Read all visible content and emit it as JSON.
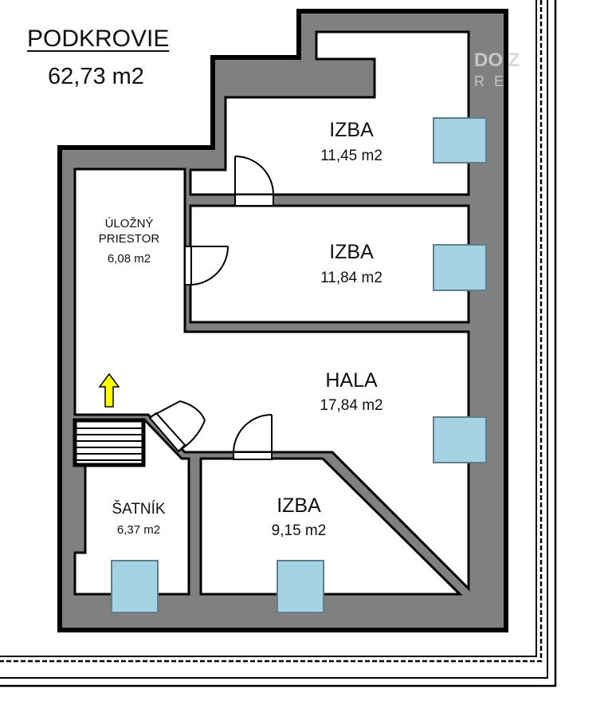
{
  "plan": {
    "title": "PODKROVIE",
    "total_area": "62,73 m2"
  },
  "rooms": [
    {
      "name": "IZBA",
      "area": "11,45 m2"
    },
    {
      "name": "IZBA",
      "area": "11,84 m2"
    },
    {
      "name_line1": "ÚLOŽNÝ",
      "name_line2": "PRIESTOR",
      "area": "6,08 m2"
    },
    {
      "name": "HALA",
      "area": "17,84 m2"
    },
    {
      "name": "ŠATNÍK",
      "area": "6,37 m2"
    },
    {
      "name": "IZBA",
      "area": "9,15 m2"
    }
  ],
  "watermark": {
    "line1": "DO  Z",
    "line2": "RE"
  },
  "colors": {
    "wall": "#808080",
    "outline": "#000000",
    "window": "#a6d3e3",
    "arrow": "#ffff00"
  }
}
